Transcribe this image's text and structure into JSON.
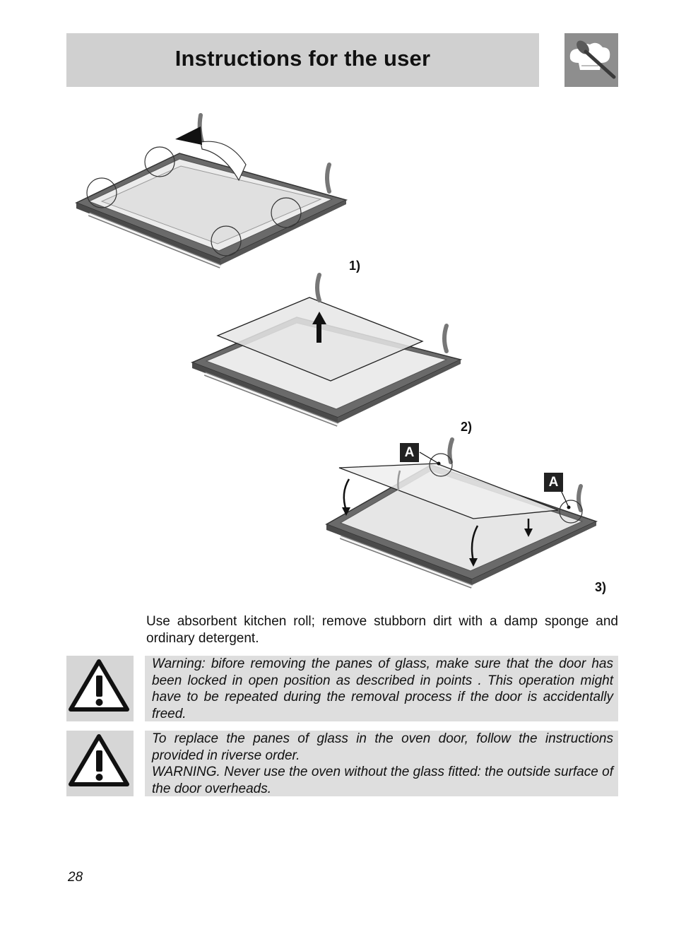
{
  "header": {
    "title": "Instructions for the user",
    "logo_icon": "chef-hat-spoon-icon"
  },
  "steps": [
    {
      "label": "1)"
    },
    {
      "label": "2)"
    },
    {
      "label": "3)"
    }
  ],
  "callouts": [
    "A",
    "A"
  ],
  "body": {
    "intro": "Use absorbent kitchen roll; remove stubborn dirt with a damp sponge and ordinary detergent."
  },
  "warnings": [
    {
      "icon": "warning-triangle-icon",
      "paragraphs": [
        "Warning: bifore removing the panes of glass, make sure that the door has been locked in open position as described in points . This operation might have to be repeated during the removal process if the door is accidentally freed."
      ]
    },
    {
      "icon": "warning-triangle-icon",
      "paragraphs": [
        "To replace the panes of glass in the oven door, follow the instructions provided in riverse order.",
        "WARNING. Never use the oven without the glass fitted: the outside surface of the door overheads."
      ]
    }
  ],
  "footer": {
    "page_number": "28"
  }
}
